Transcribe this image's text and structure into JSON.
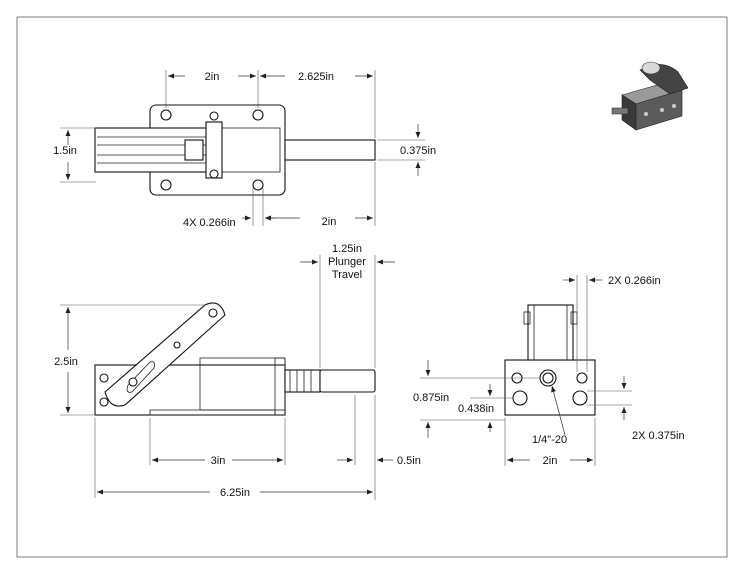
{
  "top_view": {
    "dim_width_left": "2in",
    "dim_width_right": "2.625in",
    "dim_height": "1.5in",
    "dim_plunger": "0.375in",
    "dim_holes": "4X 0.266in",
    "dim_hole_to_end": "2in"
  },
  "side_view": {
    "dim_travel_1": "1.25in",
    "dim_travel_2": "Plunger",
    "dim_travel_3": "Travel",
    "dim_height": "2.5in",
    "dim_base": "3in",
    "dim_tip": "0.5in",
    "dim_overall": "6.25in"
  },
  "end_view": {
    "dim_holes": "2X 0.266in",
    "dim_a": "0.875in",
    "dim_b": "0.438in",
    "dim_thread": "1/4\"-20",
    "dim_holes2": "2X 0.375in",
    "dim_width": "2in"
  }
}
